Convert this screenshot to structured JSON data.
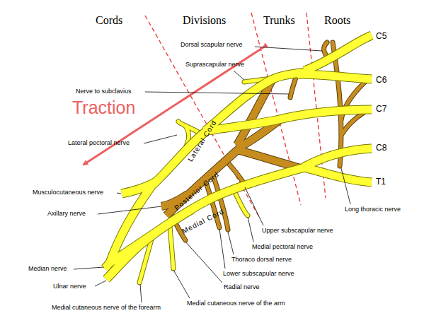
{
  "diagram": {
    "labels": [
      "Cords",
      "Divisions",
      "Trunks",
      "Roots",
      "C5",
      "C6",
      "C7",
      "C8",
      "T1",
      "Dorsal scapular nerve",
      "Suprascapular nerve",
      "Nerve to subclavius",
      "Traction",
      "Lateral pectoral nerve",
      "Musculocutaneous nerve",
      "Axillary nerve",
      "Median nerve",
      "Ulnar nerve",
      "Medial cutaneous nerve of the forearm",
      "Medial cutaneous nerve of the arm",
      "Radial nerve",
      "Lower subscapular nerve",
      "Thoraco dorsal nerve",
      "Medial pectoral nerve",
      "Upper subscapular nerve",
      "Long thoracic nerve",
      "Lateral Cord",
      "Posterior Cord",
      "Medial Cord"
    ]
  }
}
